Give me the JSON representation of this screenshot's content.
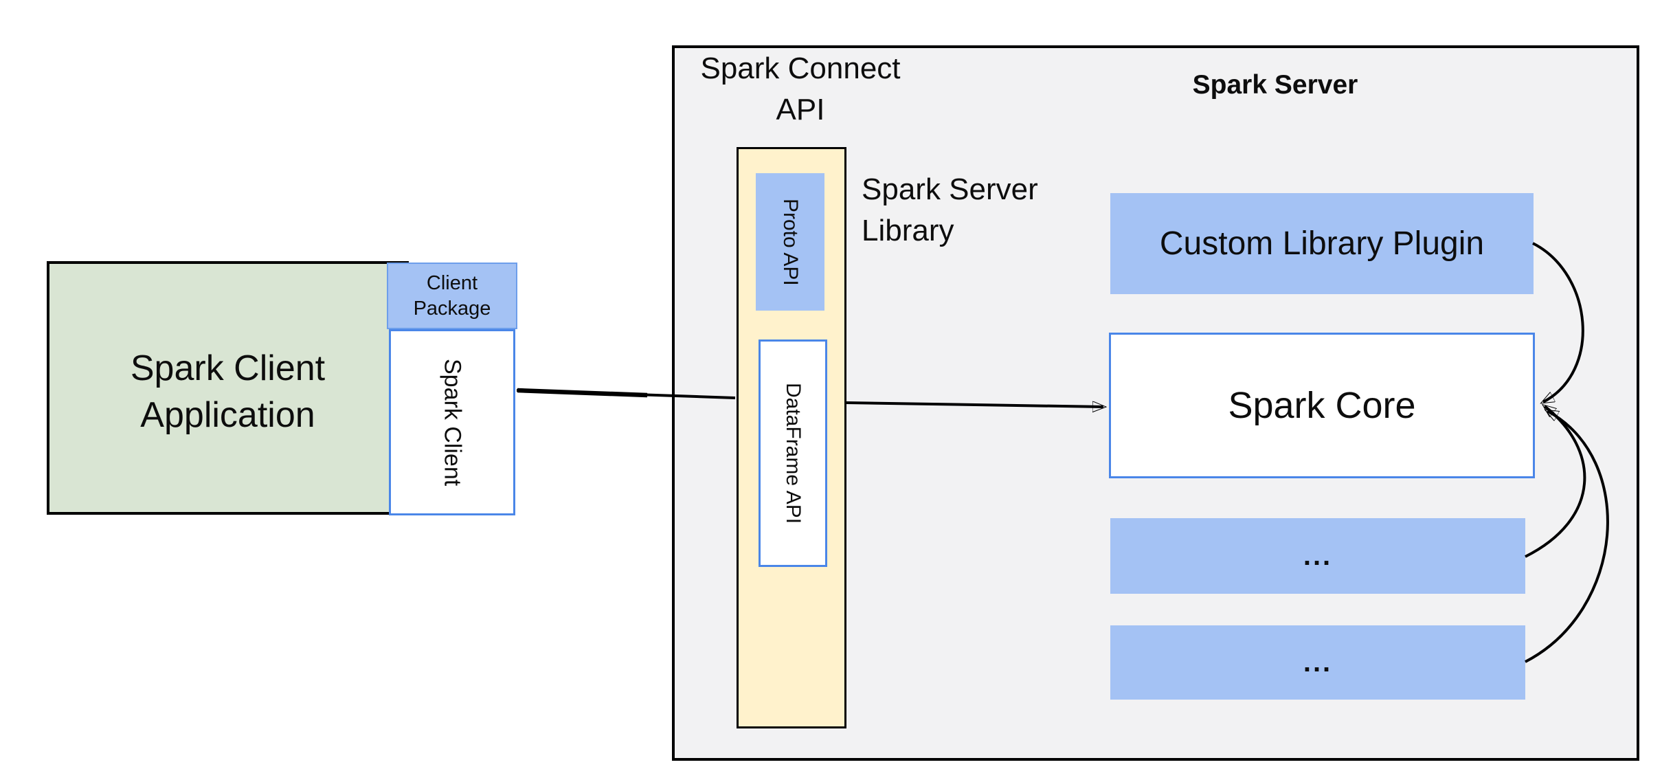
{
  "labels": {
    "spark_connect_api": "Spark Connect API",
    "spark_server_library": "Spark Server Library",
    "spark_server_title": "Spark Server"
  },
  "boxes": {
    "client_app": {
      "label": "Spark Client Application"
    },
    "client_package": {
      "label": "Client Package"
    },
    "spark_client": {
      "label": "Spark Client"
    },
    "proto_api": {
      "label": "Proto API"
    },
    "dataframe_api": {
      "label": "DataFrame API"
    },
    "custom_library_plugin": {
      "label": "Custom Library Plugin"
    },
    "spark_core": {
      "label": "Spark Core"
    },
    "plugin_slot_1": {
      "label": "..."
    },
    "plugin_slot_2": {
      "label": "..."
    }
  },
  "colors": {
    "blue_fill": "#a4c2f4",
    "blue_border": "#4a86e8",
    "package_border": "#6d9eeb",
    "green_fill": "#d9e5d3",
    "yellow_fill": "#fff2cc",
    "panel_fill": "#f2f2f3",
    "line_color": "#000000",
    "text_color": "#0d0d0d"
  }
}
